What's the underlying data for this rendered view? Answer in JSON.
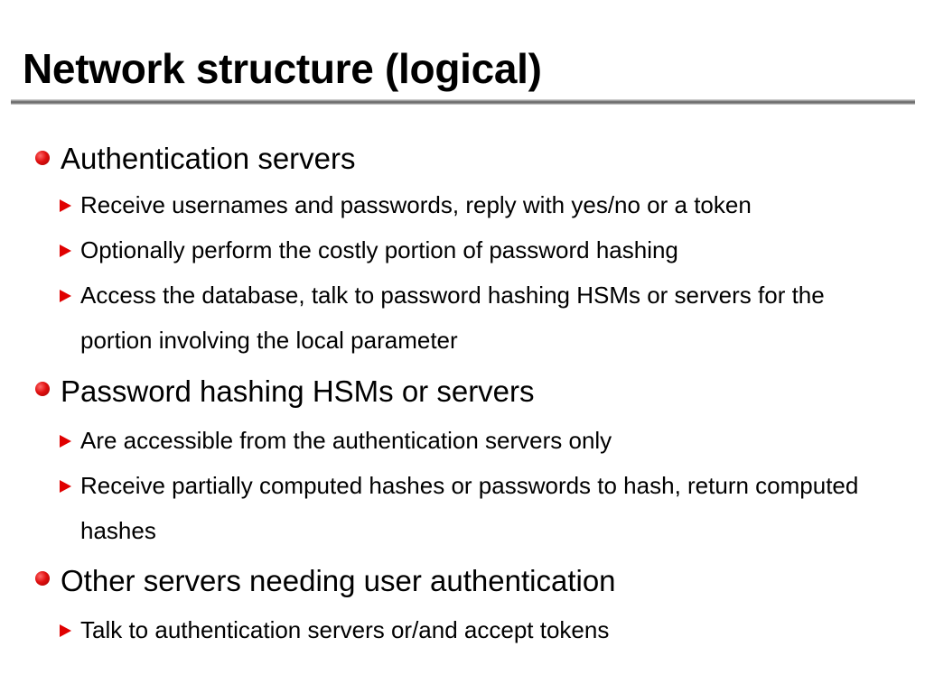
{
  "slide": {
    "title": "Network structure (logical)",
    "accent_color": "#e00000",
    "bullets": [
      {
        "text": "Authentication servers",
        "subitems": [
          "Receive usernames and passwords, reply with yes/no or a token",
          "Optionally perform the costly portion of password hashing",
          "Access the database, talk to password hashing HSMs or servers for the portion involving the local parameter"
        ]
      },
      {
        "text": "Password hashing HSMs or servers",
        "subitems": [
          "Are accessible from the authentication servers only",
          "Receive partially computed hashes or passwords to hash, return computed hashes"
        ]
      },
      {
        "text": "Other servers needing user authentication",
        "subitems": [
          "Talk to authentication servers or/and accept tokens"
        ]
      }
    ]
  }
}
